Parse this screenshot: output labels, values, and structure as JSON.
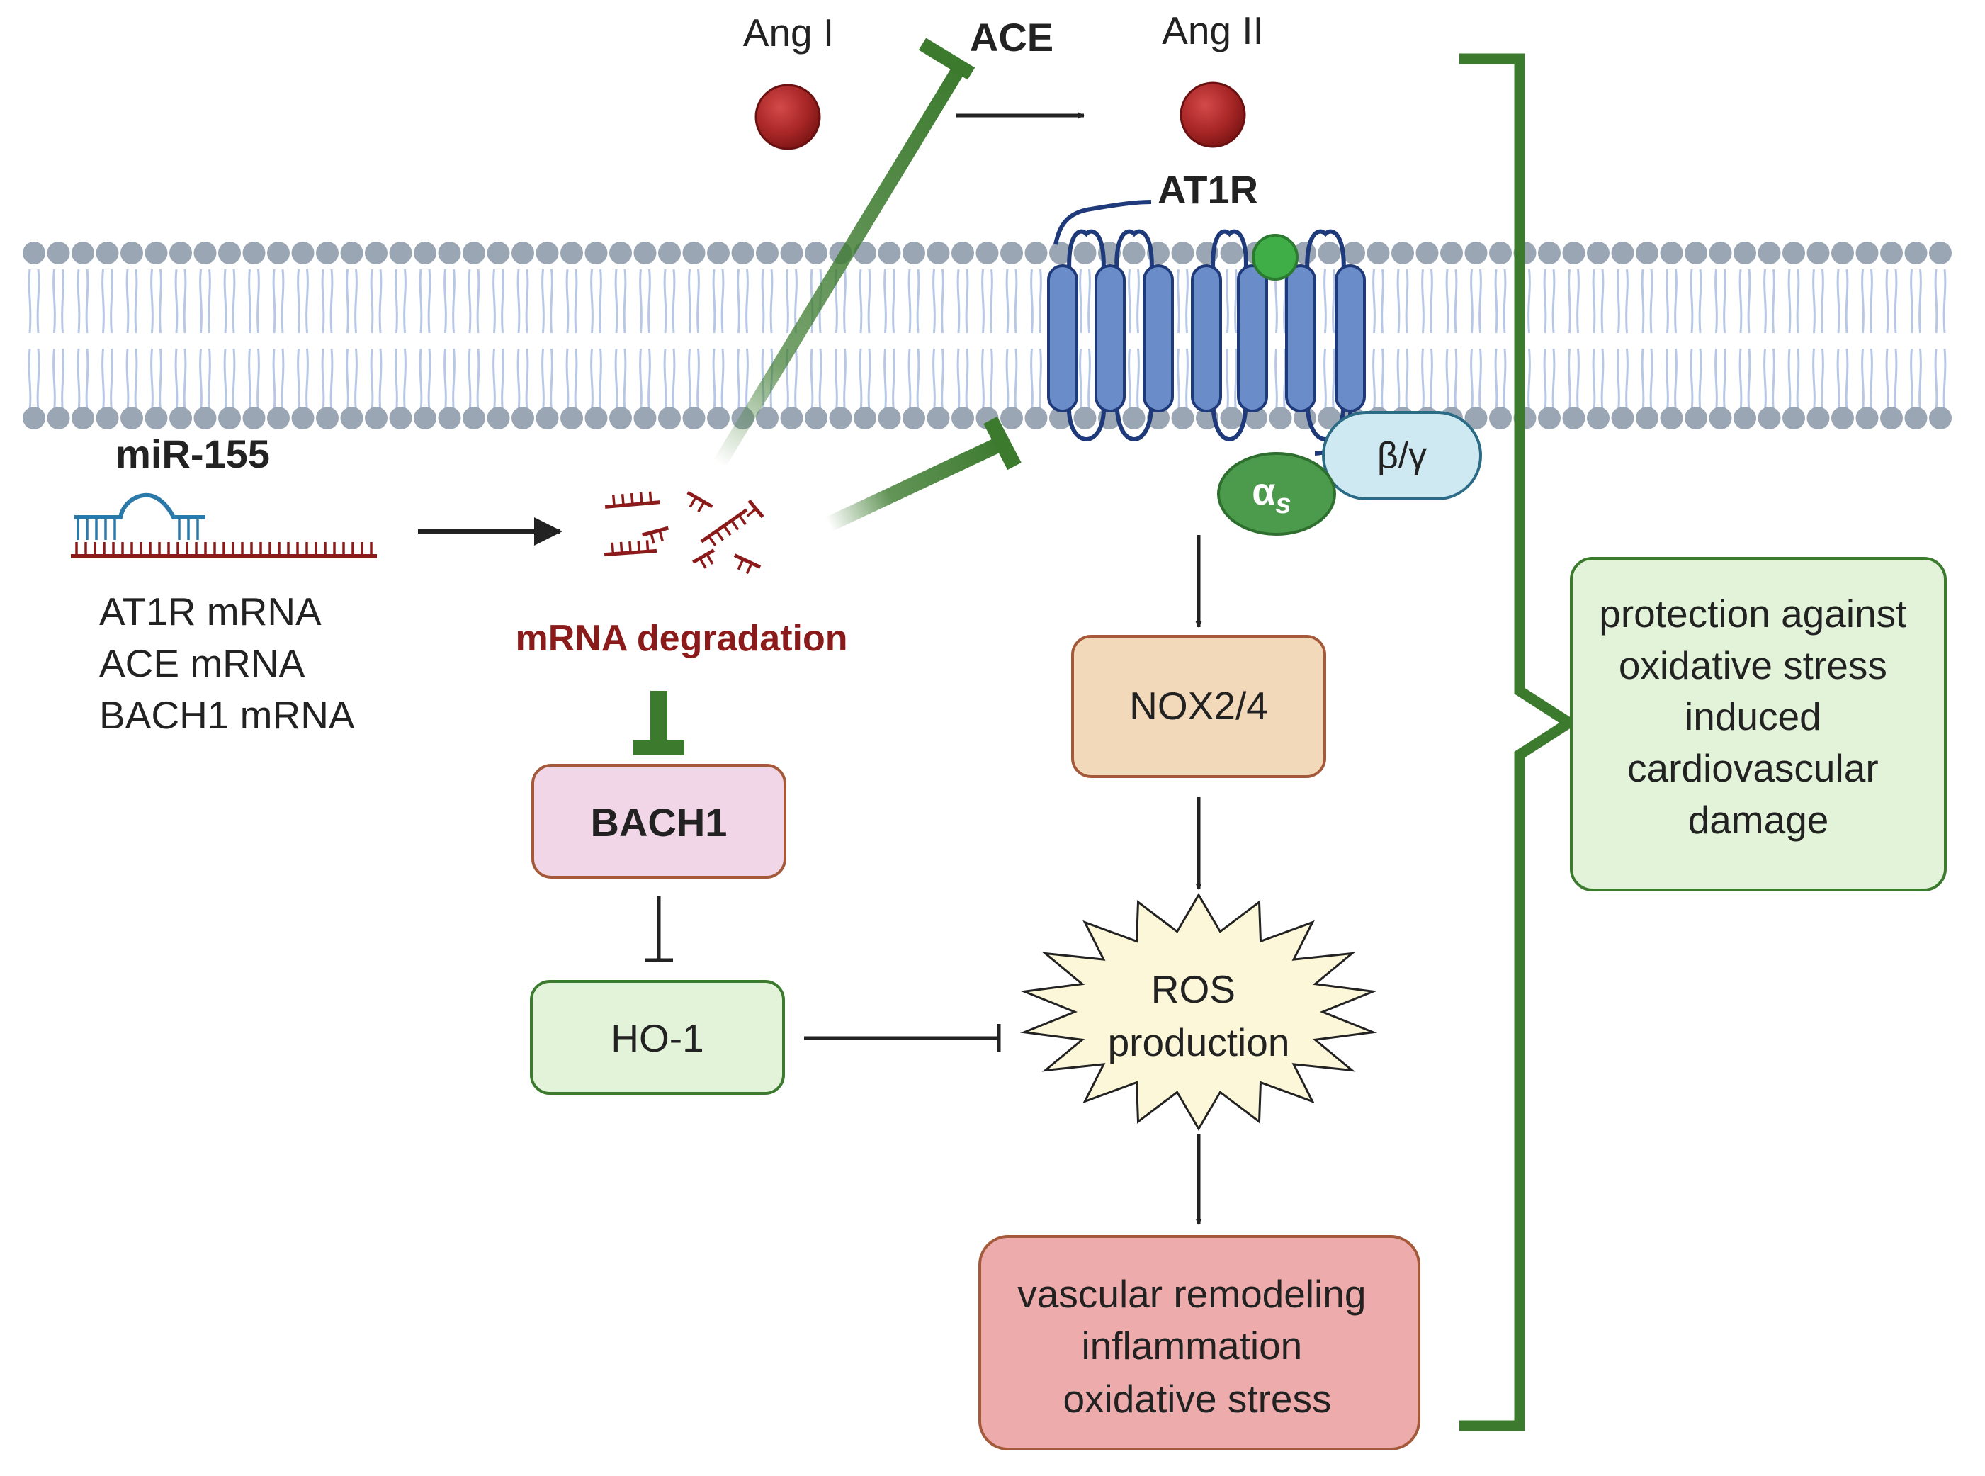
{
  "labels": {
    "ang1": "Ang I",
    "ace": "ACE",
    "ang2": "Ang II",
    "at1r": "AT1R",
    "mir155": "miR-155",
    "mrna_list": [
      "AT1R mRNA",
      "ACE mRNA",
      "BACH1 mRNA"
    ],
    "mrna_degradation": "mRNA degradation",
    "alpha_s": "α",
    "alpha_s_sub": "s",
    "beta_gamma": "β/γ",
    "nox": "NOX2/4",
    "ros": [
      "ROS",
      "production"
    ],
    "bach1": "BACH1",
    "ho1": "HO-1",
    "outcome": [
      "vascular remodeling",
      "inflammation",
      "oxidative stress"
    ],
    "protection": [
      "protection against",
      "oxidative stress",
      "induced",
      "cardiovascular",
      "damage"
    ]
  },
  "colors": {
    "green_inhibit": "#3c7a2e",
    "dark_red": "#8b1a1a",
    "receptor_fill": "#6a8cc8",
    "receptor_stroke": "#1f3a7a",
    "membrane_head": "#9aa6b4",
    "membrane_tail": "#b7c8e6",
    "nox_fill": "#f1d9b9",
    "bach1_fill": "#f0d6e6",
    "ho1_fill": "#e2f3d9",
    "outcome_fill": "#eeabab",
    "protection_fill": "#e2f3d9",
    "ros_fill": "#fbf7d8",
    "alpha_fill": "#4c9b4c",
    "betagamma_fill": "#cfe9f2"
  }
}
